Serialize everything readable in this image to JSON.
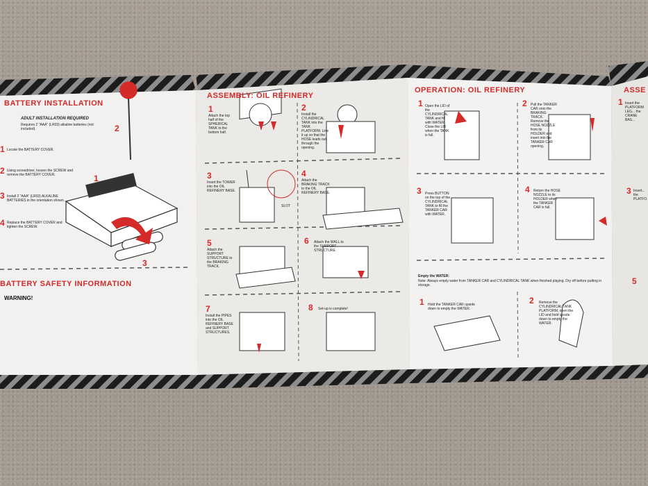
{
  "panel1": {
    "title": "BATTERY INSTALLATION",
    "subtitle": "ADULT INSTALLATION REQUIRED",
    "requires": "Requires 2 \"AAA\" (LR03) alkaline batteries (not included).",
    "steps": [
      {
        "num": "1",
        "text": "Locate the BATTERY COVER."
      },
      {
        "num": "2",
        "text": "Using screwdriver, loosen the SCREW and remove the BATTERY COVER."
      },
      {
        "num": "3",
        "text": "Install 2 \"AAA\" (LR03) ALKALINE BATTERIES in the orientation shown."
      },
      {
        "num": "4",
        "text": "Replace the BATTERY COVER and tighten the SCREW."
      }
    ],
    "diagram_numbers": [
      "2",
      "1",
      "3"
    ],
    "safety_title": "BATTERY SAFETY INFORMATION",
    "warning": "WARNING!"
  },
  "panel2": {
    "title": "ASSEMBLY: OIL REFINERY",
    "steps": [
      {
        "num": "1",
        "text": "Attach the top half of the SPHERICAL TANK to the bottom half."
      },
      {
        "num": "2",
        "text": "Install the CYLINDRICAL TANK into the TANK PLATFORM. Line it up so that the HOSE leads out through the opening."
      },
      {
        "num": "3",
        "text": "Insert the TOWER into the OIL REFINERY BASE."
      },
      {
        "num": "4",
        "text": "Attach the BRAKING TRACK to the OIL REFINERY BASE."
      },
      {
        "num": "5",
        "text": "Attach the SUPPORT STRUCTURE to the BRAKING TRACK."
      },
      {
        "num": "6",
        "text": "Attach the WALL to the SUPPORT STRUCTURE."
      },
      {
        "num": "7",
        "text": "Install the PIPES into the OIL REFINERY BASE and SUPPORT STRUCTURES."
      },
      {
        "num": "8",
        "text": "Set-up is complete!"
      }
    ],
    "slot_label": "SLOT"
  },
  "panel3": {
    "title": "OPERATION: OIL REFINERY",
    "steps": [
      {
        "num": "1",
        "text": "Open the LID of the CYLINDRICAL TANK and fill with WATER. Close the LID when the TANK is full."
      },
      {
        "num": "2",
        "text": "Pull the TANKER CAR onto the BRAKING TRACK. Remove the HOSE NOZZLE from its HOLDER and insert into the TANKER CAR opening."
      },
      {
        "num": "3",
        "text": "Press BUTTON on the top of the CYLINDRICAL TANK to fill the TANKER CAR with WATER."
      },
      {
        "num": "4",
        "text": "Return the HOSE NOZZLE to its HOLDER when the TANKER CAR is full."
      }
    ],
    "empty_title": "Empty the WATER:",
    "empty_note": "Note: Always empty water from TANKER CAR and CYLINDRICAL TANK when finished playing. Dry off before putting in storage.",
    "empty_steps": [
      {
        "num": "1",
        "text": "Hold the TANKER CAR upside down to empty the WATER."
      },
      {
        "num": "2",
        "text": "Remove the CYLINDRICAL TANK PLATFORM, open the LID and hold upside down to empty the WATER."
      }
    ]
  },
  "panel4": {
    "title": "ASSE",
    "steps": [
      {
        "num": "1",
        "text": "Insert the PLATFORM LEG... the CRANE BAS..."
      },
      {
        "num": "3",
        "text": "Insert... the PLATFO..."
      },
      {
        "num": "5",
        "text": ""
      }
    ]
  },
  "colors": {
    "accent": "#d42a2a",
    "paper": "#f1f0ee",
    "stripe": "#1a1a1a"
  }
}
